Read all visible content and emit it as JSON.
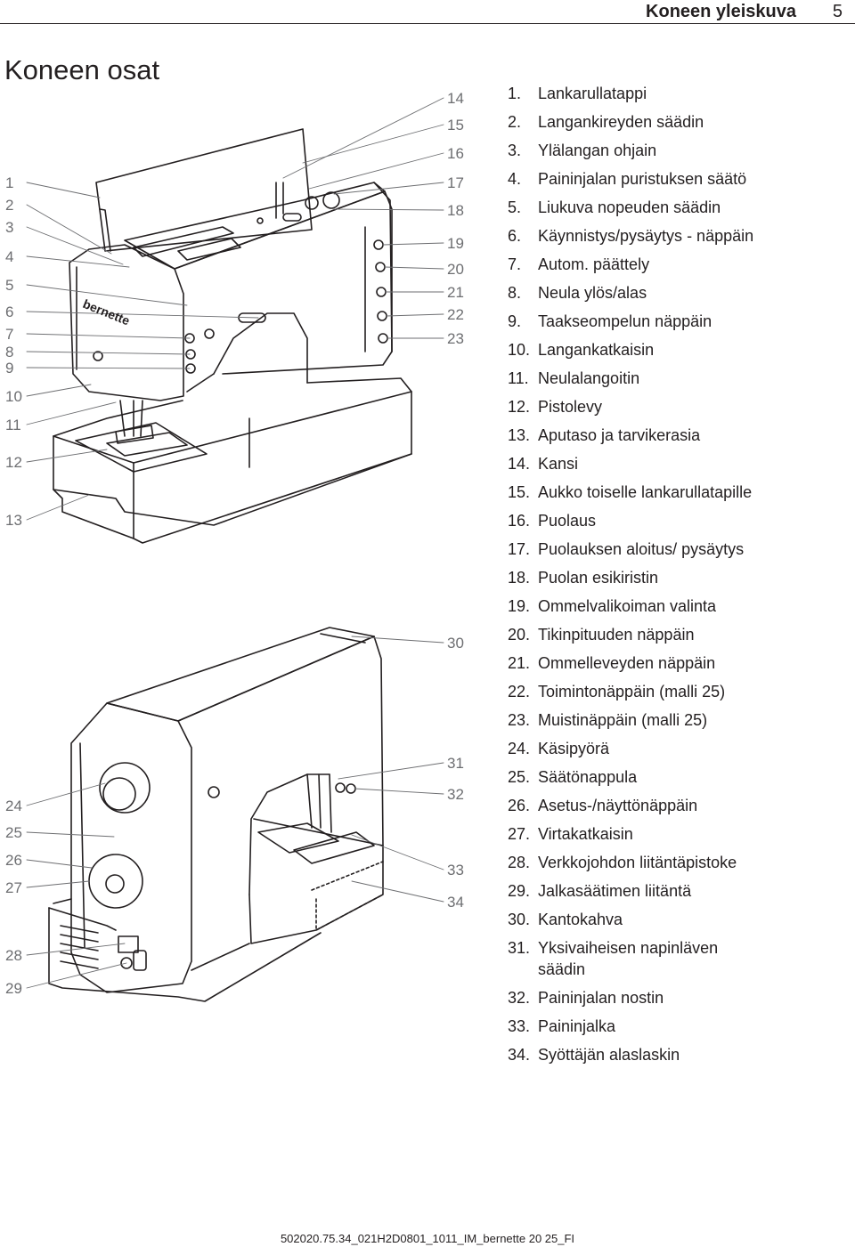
{
  "header": {
    "section_title": "Koneen yleiskuva",
    "page_number": "5"
  },
  "page_title": "Koneen osat",
  "callouts_top_left": [
    "1",
    "2",
    "3",
    "4",
    "5",
    "6",
    "7",
    "8",
    "9",
    "10",
    "11",
    "12",
    "13"
  ],
  "callouts_top_right": [
    "14",
    "15",
    "16",
    "17",
    "18",
    "19",
    "20",
    "21",
    "22",
    "23"
  ],
  "callouts_bottom_left": [
    "24",
    "25",
    "26",
    "27",
    "28",
    "29"
  ],
  "callouts_bottom_right": [
    "30",
    "31",
    "32",
    "33",
    "34"
  ],
  "parts": [
    {
      "num": "1.",
      "label": "Lankarullatappi"
    },
    {
      "num": "2.",
      "label": "Langankireyden säädin"
    },
    {
      "num": "3.",
      "label": "Ylälangan ohjain"
    },
    {
      "num": "4.",
      "label": "Paininjalan puristuksen säätö"
    },
    {
      "num": "5.",
      "label": "Liukuva nopeuden säädin"
    },
    {
      "num": "6.",
      "label": "Käynnistys/pysäytys - näppäin"
    },
    {
      "num": "7.",
      "label": "Autom. päättely"
    },
    {
      "num": "8.",
      "label": "Neula ylös/alas"
    },
    {
      "num": "9.",
      "label": "Taakseompelun näppäin"
    },
    {
      "num": "10.",
      "label": "Langankatkaisin"
    },
    {
      "num": "11.",
      "label": "Neulalangoitin"
    },
    {
      "num": "12.",
      "label": "Pistolevy"
    },
    {
      "num": "13.",
      "label": "Aputaso ja tarvikerasia"
    },
    {
      "num": "14.",
      "label": "Kansi"
    },
    {
      "num": "15.",
      "label": "Aukko toiselle lankarullatapille"
    },
    {
      "num": "16.",
      "label": "Puolaus"
    },
    {
      "num": "17.",
      "label": "Puolauksen aloitus/ pysäytys"
    },
    {
      "num": "18.",
      "label": "Puolan esikiristin"
    },
    {
      "num": "19.",
      "label": "Ommelvalikoiman valinta"
    },
    {
      "num": "20.",
      "label": "Tikinpituuden näppäin"
    },
    {
      "num": "21.",
      "label": "Ommelleveyden näppäin"
    },
    {
      "num": "22.",
      "label": "Toimintonäppäin (malli 25)"
    },
    {
      "num": "23.",
      "label": "Muistinäppäin (malli 25)"
    },
    {
      "num": "24.",
      "label": "Käsipyörä"
    },
    {
      "num": "25.",
      "label": "Säätönappula"
    },
    {
      "num": "26.",
      "label": "Asetus-/näyttönäppäin"
    },
    {
      "num": "27.",
      "label": "Virtakatkaisin"
    },
    {
      "num": "28.",
      "label": "Verkkojohdon liitäntäpistoke"
    },
    {
      "num": "29.",
      "label": "Jalkasäätimen liitäntä"
    },
    {
      "num": "30.",
      "label": "Kantokahva"
    },
    {
      "num": "31.",
      "label": "Yksivaiheisen napinläven säädin"
    },
    {
      "num": "32.",
      "label": "Paininjalan nostin"
    },
    {
      "num": "33.",
      "label": "Paininjalka"
    },
    {
      "num": "34.",
      "label": "Syöttäjän alaslaskin"
    }
  ],
  "illustration": {
    "brand_logo": "bernette"
  },
  "footer": "502020.75.34_021H2D0801_1011_IM_bernette 20 25_FI"
}
